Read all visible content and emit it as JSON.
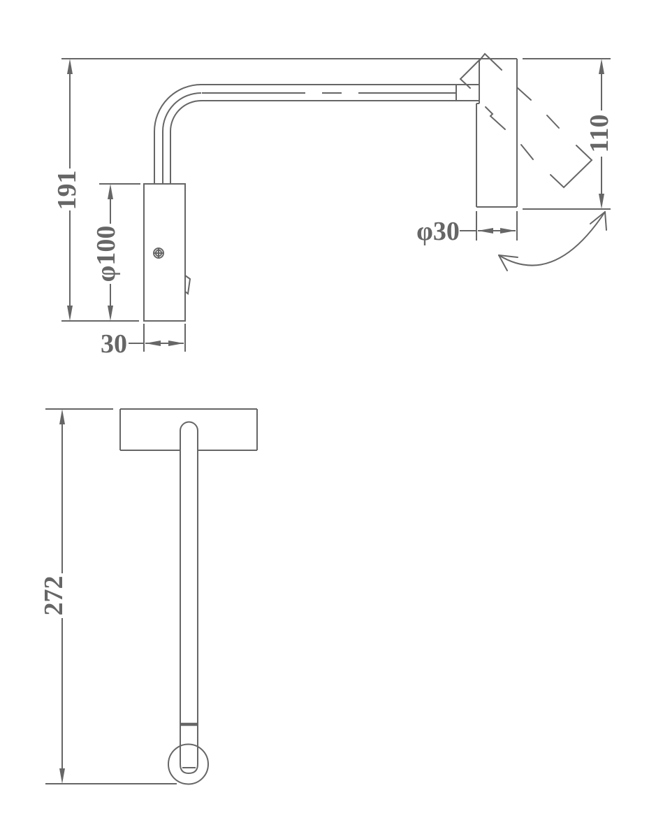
{
  "drawing": {
    "background": "#ffffff",
    "line_color": "#666666",
    "text_color": "#666666",
    "side_view": {
      "dim_height": "191",
      "dim_backplate_diameter": "φ100",
      "dim_body_width": "30",
      "dim_head_diameter": "φ30",
      "dim_head_length": "110"
    },
    "front_view": {
      "dim_overall_length": "272"
    }
  }
}
